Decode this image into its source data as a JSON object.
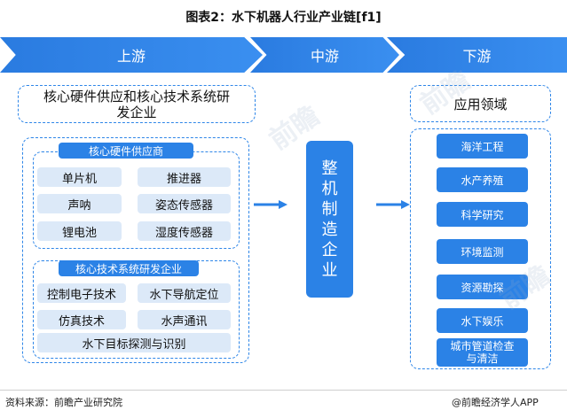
{
  "title": "图表2：水下机器人行业产业链[f1]",
  "stages": {
    "upstream": "上游",
    "midstream": "中游",
    "downstream": "下游"
  },
  "left": {
    "header": "核心硬件供应和核心技术系统研发企业",
    "hardware": {
      "label": "核心硬件供应商",
      "items": [
        "单片机",
        "推进器",
        "声呐",
        "姿态传感器",
        "锂电池",
        "湿度传感器"
      ]
    },
    "tech": {
      "label": "核心技术系统研发企业",
      "items": [
        "控制电子技术",
        "水下导航定位",
        "仿真技术",
        "水声通讯",
        "水下目标探测与识别"
      ]
    }
  },
  "middle": {
    "label": "整机制造企业"
  },
  "right": {
    "header": "应用领域",
    "items": [
      "海洋工程",
      "水产养殖",
      "科学研究",
      "环境监测",
      "资源勘探",
      "水下娱乐",
      "城市管道检查与清洁"
    ]
  },
  "footer": {
    "source": "资料来源：前瞻产业研究院",
    "brand": "@前瞻经济学人APP"
  },
  "colors": {
    "primary": "#2b82e6",
    "light": "#dce9f8"
  }
}
